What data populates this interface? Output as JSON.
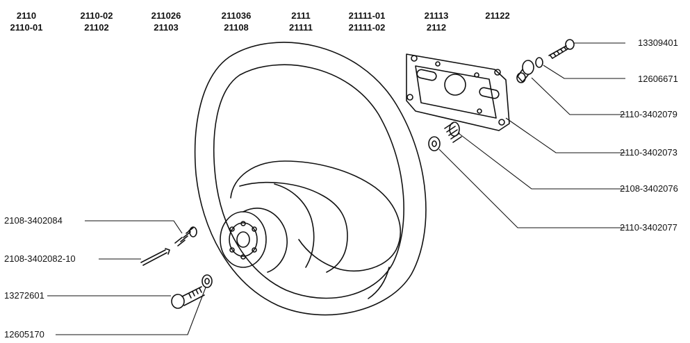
{
  "models": [
    [
      "2110",
      "2110-01"
    ],
    [
      "2110-02",
      "21102"
    ],
    [
      "211026",
      "21103"
    ],
    [
      "211036",
      "21108"
    ],
    [
      "2111",
      "21111"
    ],
    [
      "21111-01",
      "21111-02"
    ],
    [
      "21113",
      "2112"
    ],
    [
      "21122"
    ]
  ],
  "parts": [
    {
      "number": "13309401"
    },
    {
      "number": "12606671"
    },
    {
      "number": "2110-3402079"
    },
    {
      "number": "2110-3402073"
    },
    {
      "number": "2108-3402076"
    },
    {
      "number": "2110-3402077"
    },
    {
      "number": "2108-3402084"
    },
    {
      "number": "2108-3402082-10"
    },
    {
      "number": "13272601"
    },
    {
      "number": "12605170"
    }
  ]
}
